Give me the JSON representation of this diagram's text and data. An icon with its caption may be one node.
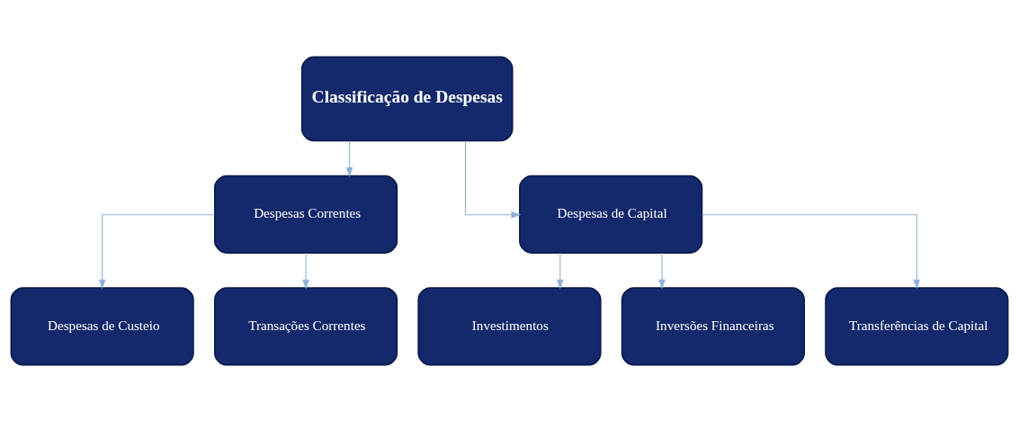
{
  "diagram": {
    "nodes": [
      {
        "text": [
          "Classificação de Despesas"
        ]
      },
      {
        "text": [
          "Despesas Correntes"
        ]
      },
      {
        "text": [
          "Despesas de Capital"
        ]
      },
      {
        "text": [
          "Despesas de Custeio"
        ]
      },
      {
        "text": [
          "Transações Correntes"
        ]
      },
      {
        "text": [
          "Investimentos"
        ]
      },
      {
        "text": [
          "Inversões Financeiras"
        ]
      },
      {
        "text": [
          "Transferências de Capital"
        ]
      }
    ],
    "edges": [
      {
        "from": 0,
        "to": 1,
        "arrow": "to"
      },
      {
        "from": 0,
        "to": 2,
        "arrow": "to"
      },
      {
        "from": 1,
        "to": 3,
        "arrow": "to"
      },
      {
        "from": 1,
        "to": 4,
        "arrow": "to"
      },
      {
        "from": 2,
        "to": 5,
        "arrow": "to"
      },
      {
        "from": 2,
        "to": 6,
        "arrow": "to"
      },
      {
        "from": 2,
        "to": 7,
        "arrow": "to"
      }
    ]
  }
}
